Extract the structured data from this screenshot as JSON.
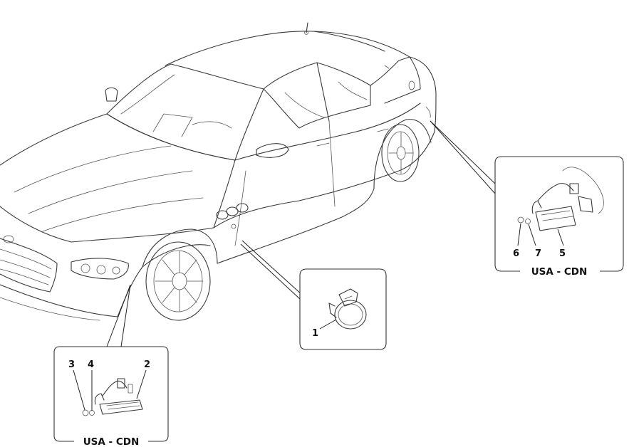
{
  "callouts": {
    "front_marker": {
      "market_label": "USA - CDN",
      "numbers": [
        "3",
        "4",
        "2"
      ]
    },
    "side_repeater": {
      "numbers": [
        "1"
      ]
    },
    "rear_marker": {
      "market_label": "USA - CDN",
      "numbers": [
        "6",
        "7",
        "5"
      ]
    }
  },
  "colors": {
    "line": "#3a3a3a",
    "background": "#ffffff",
    "text": "#111111"
  }
}
